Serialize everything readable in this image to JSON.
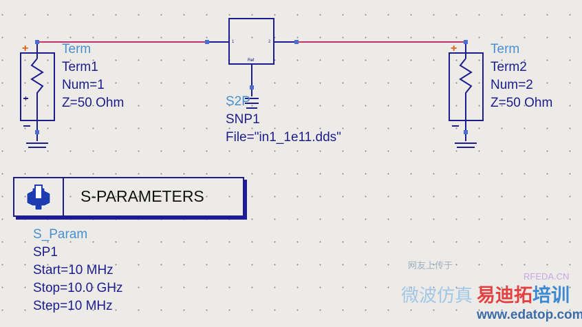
{
  "term1": {
    "type": "Term",
    "name": "Term1",
    "num": "Num=1",
    "z": "Z=50 Ohm"
  },
  "term2": {
    "type": "Term",
    "name": "Term2",
    "num": "Num=2",
    "z": "Z=50 Ohm"
  },
  "snp": {
    "type": "S2P",
    "name": "SNP1",
    "file": "File=\"in1_1e11.dds\"",
    "pin1": "1",
    "pin2": "2",
    "ref": "Ref"
  },
  "sparam": {
    "header": "S-PARAMETERS",
    "type": "S_Param",
    "name": "SP1",
    "start": "Start=10 MHz",
    "stop": "Stop=10.0 GHz",
    "step": "Step=10 MHz"
  },
  "watermark": {
    "line1": "网友上传于",
    "site1": "RFEDA.CN",
    "cn1": "微波仿真",
    "cn2": "易迪拓",
    "cn3": "培训",
    "url": "www.edatop.com"
  },
  "colors": {
    "wire": "#c0306a",
    "component": "#1c1c8c",
    "type_label": "#4a8fd0",
    "pin": "#4a6fd0"
  }
}
